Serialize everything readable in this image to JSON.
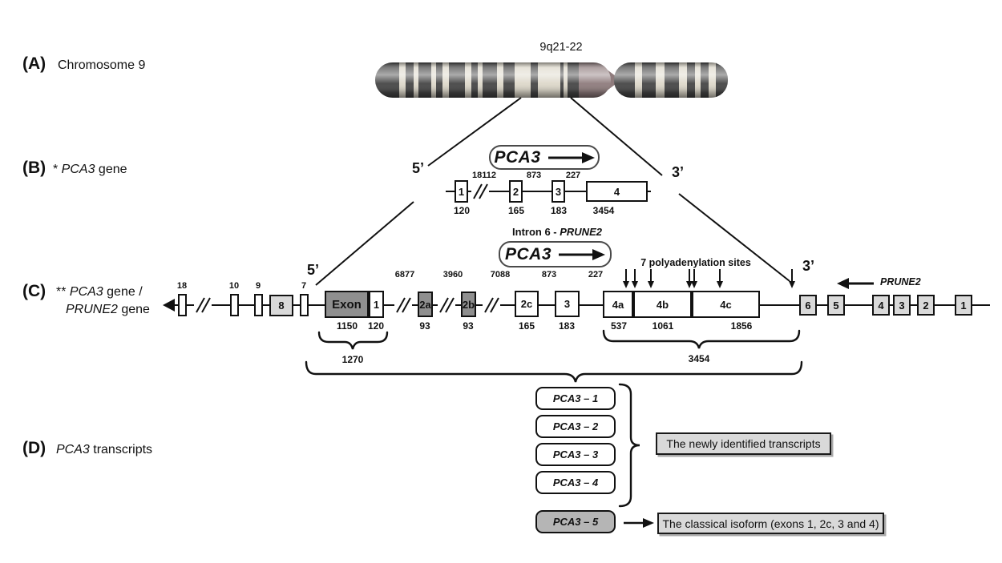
{
  "colors": {
    "dark_box": "#8f8f8f",
    "light_box": "#d9d9d9",
    "transcript5_box": "#b5b5b5",
    "chrom_dark": "#454545",
    "chrom_light": "#ddd8ca",
    "centromere": "#8e7b7c"
  },
  "panelA": {
    "label": "(A)",
    "title": "Chromosome 9",
    "locus": "9q21-22"
  },
  "panelB": {
    "label": "(B)",
    "title_prefix": "* ",
    "title_gene": "PCA3",
    "title_suffix": " gene",
    "five_prime": "5’",
    "three_prime": "3’",
    "gene_arrow_label": "PCA3",
    "introns": [
      "18112",
      "873",
      "227"
    ],
    "exons": [
      {
        "num": "1",
        "size": "120"
      },
      {
        "num": "2",
        "size": "165"
      },
      {
        "num": "3",
        "size": "183"
      },
      {
        "num": "4",
        "size": "3454"
      }
    ]
  },
  "panelC": {
    "label": "(C)",
    "title1_prefix": "** ",
    "title1_gene": "PCA3",
    "title1_suffix": " gene /",
    "title2_gene": "PRUNE2",
    "title2_suffix": " gene",
    "five_prime": "5’",
    "three_prime": "3’",
    "intron6_prefix": "Intron 6 - ",
    "intron6_gene": "PRUNE2",
    "gene_arrow_label": "PCA3",
    "polya_label": "7 polyadenylation sites",
    "prune2_arrow_label": "PRUNE2",
    "upstream_exon_labels": [
      "18",
      "10",
      "9",
      "7"
    ],
    "upstream_exon8": "8",
    "introns": [
      "6877",
      "3960",
      "7088",
      "873",
      "227"
    ],
    "exon_names": [
      "Exon",
      "1",
      "2a",
      "2b",
      "2c",
      "3",
      "4a",
      "4b",
      "4c"
    ],
    "exon_sizes": [
      "1150",
      "120",
      "93",
      "93",
      "165",
      "183",
      "537",
      "1061",
      "1856"
    ],
    "prune2_exons": [
      "6",
      "5",
      "4",
      "3",
      "2",
      "1"
    ],
    "sum_left": "1270",
    "sum_right": "3454"
  },
  "panelD": {
    "label": "(D)",
    "title_gene": "PCA3",
    "title_suffix": " transcripts",
    "transcripts": [
      "PCA3 – 1",
      "PCA3 – 2",
      "PCA3 – 3",
      "PCA3 – 4",
      "PCA3 – 5"
    ],
    "newly_label": "The newly identified transcripts",
    "classical_label": "The classical isoform (exons 1, 2c, 3 and 4)"
  }
}
